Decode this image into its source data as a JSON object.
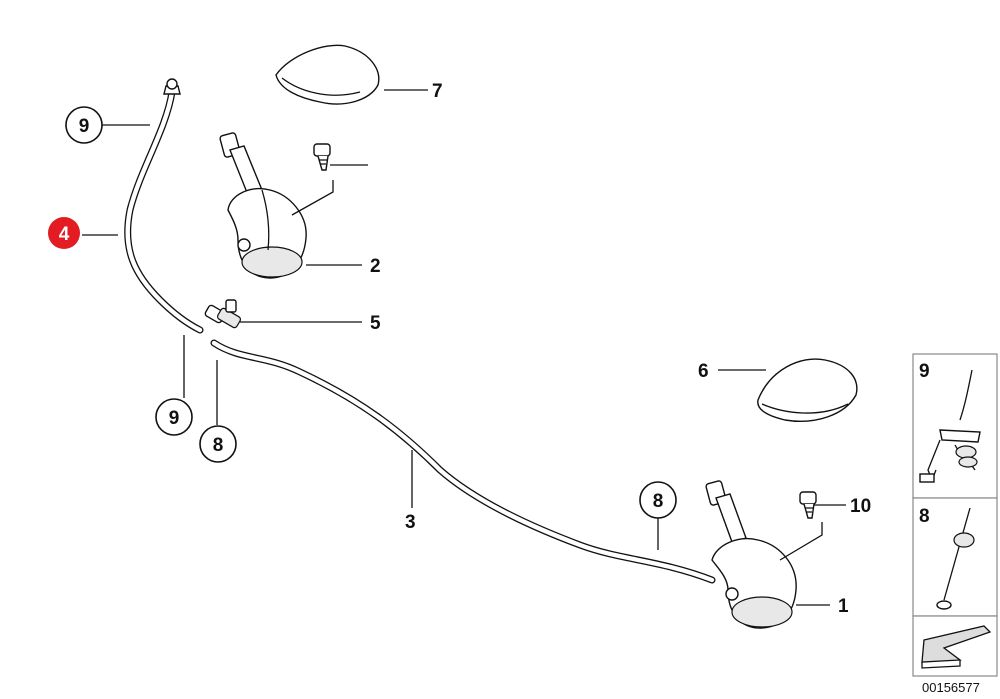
{
  "diagram": {
    "document_number": "00156577",
    "callouts": [
      {
        "id": "c9a",
        "label": "9",
        "highlight": false
      },
      {
        "id": "c4",
        "label": "4",
        "highlight": true
      },
      {
        "id": "c9b",
        "label": "9",
        "highlight": false
      },
      {
        "id": "c8a",
        "label": "8",
        "highlight": false
      },
      {
        "id": "c8b",
        "label": "8",
        "highlight": false
      },
      {
        "id": "p7",
        "label": "7"
      },
      {
        "id": "p2",
        "label": "2"
      },
      {
        "id": "p5",
        "label": "5"
      },
      {
        "id": "p6",
        "label": "6"
      },
      {
        "id": "p3",
        "label": "3"
      },
      {
        "id": "p10",
        "label": "10"
      },
      {
        "id": "p1",
        "label": "1"
      }
    ],
    "detail_panels": [
      {
        "label": "9"
      },
      {
        "label": "8"
      }
    ],
    "colors": {
      "highlight": "#e31b23",
      "line": "#111111",
      "panel_border": "#888888"
    }
  }
}
